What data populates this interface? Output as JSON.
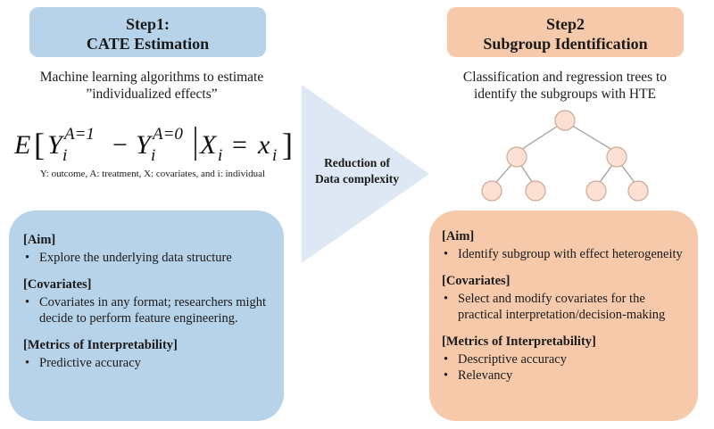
{
  "step1": {
    "title_line1": "Step1:",
    "title_line2": "CATE Estimation",
    "desc_line1": "Machine learning algorithms to estimate",
    "desc_line2": "”individualized effects”",
    "formula_note": "Y: outcome, A: treatment, X: covariates, and i: individual"
  },
  "formula": {
    "E": "E",
    "Y": "Y",
    "i": "i",
    "sup1": "A=1",
    "sup0": "A=0",
    "minus": "−",
    "X": "X",
    "eq": "=",
    "x": "x"
  },
  "arrow": {
    "label_line1": "Reduction of",
    "label_line2": "Data complexity"
  },
  "step2": {
    "title_line1": "Step2",
    "title_line2": "Subgroup Identification",
    "desc_line1": "Classification and regression trees to",
    "desc_line2": "identify the subgroups with HTE"
  },
  "left_panel": {
    "aim_title": "[Aim]",
    "aim_items": [
      "Explore the underlying data structure"
    ],
    "cov_title": "[Covariates]",
    "cov_items": [
      "Covariates in any format; researchers might decide to perform feature engineering."
    ],
    "metrics_title": "[Metrics of Interpretability]",
    "metrics_items": [
      "Predictive accuracy"
    ]
  },
  "right_panel": {
    "aim_title": "[Aim]",
    "aim_items": [
      "Identify subgroup with effect heterogeneity"
    ],
    "cov_title": "[Covariates]",
    "cov_items": [
      "Select and modify covariates for the practical interpretation/decision-making"
    ],
    "metrics_title": "[Metrics of Interpretability]",
    "metrics_items": [
      "Descriptive accuracy",
      "Relevancy"
    ]
  },
  "colors": {
    "blue": "#b7d3ea",
    "orange": "#f6c9aa",
    "arrow": "#dde8f4",
    "node_fill": "#fde0d2",
    "node_stroke": "#c9a99a"
  }
}
